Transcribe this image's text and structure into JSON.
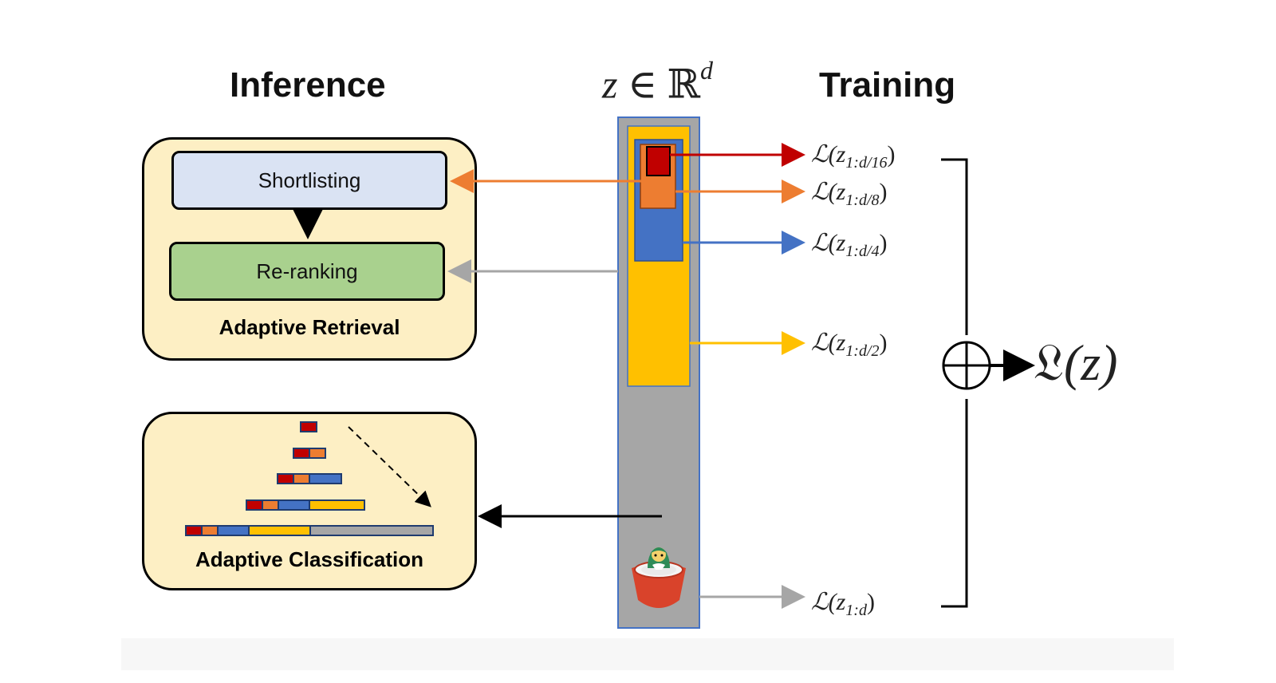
{
  "headings": {
    "inference": "Inference",
    "training": "Training"
  },
  "embedding_label": {
    "var": "z",
    "rel": "∈",
    "space": "ℝ",
    "dim": "d"
  },
  "retrieval": {
    "shortlisting": "Shortlisting",
    "reranking": "Re-ranking",
    "title": "Adaptive Retrieval"
  },
  "classification": {
    "title": "Adaptive Classification"
  },
  "losses": [
    {
      "symbol": "ℒ",
      "open": "(z",
      "sub": "1:d/16",
      "close": ")",
      "color": "#c00000"
    },
    {
      "symbol": "ℒ",
      "open": "(z",
      "sub": "1:d/8",
      "close": ")",
      "color": "#ed7d31"
    },
    {
      "symbol": "ℒ",
      "open": "(z",
      "sub": "1:d/4",
      "close": ")",
      "color": "#4472c4"
    },
    {
      "symbol": "ℒ",
      "open": "(z",
      "sub": "1:d/2",
      "close": ")",
      "color": "#ffc000"
    },
    {
      "symbol": "ℒ",
      "open": "(z",
      "sub": "1:d",
      "close": ")",
      "color": "#a6a6a6"
    }
  ],
  "total_loss": {
    "symbol": "𝔏",
    "arg": "(z)"
  },
  "colors": {
    "red": "#c00000",
    "orange": "#ed7d31",
    "blue": "#4472c4",
    "yellow": "#ffc000",
    "gray": "#a6a6a6",
    "panel": "#fdefc4",
    "shortlist_fill": "#dae3f3",
    "rerank_fill": "#a9d18e"
  },
  "icons": {
    "nesting_doll": "matryoshka-doll-icon",
    "sum": "circled-plus-icon"
  }
}
